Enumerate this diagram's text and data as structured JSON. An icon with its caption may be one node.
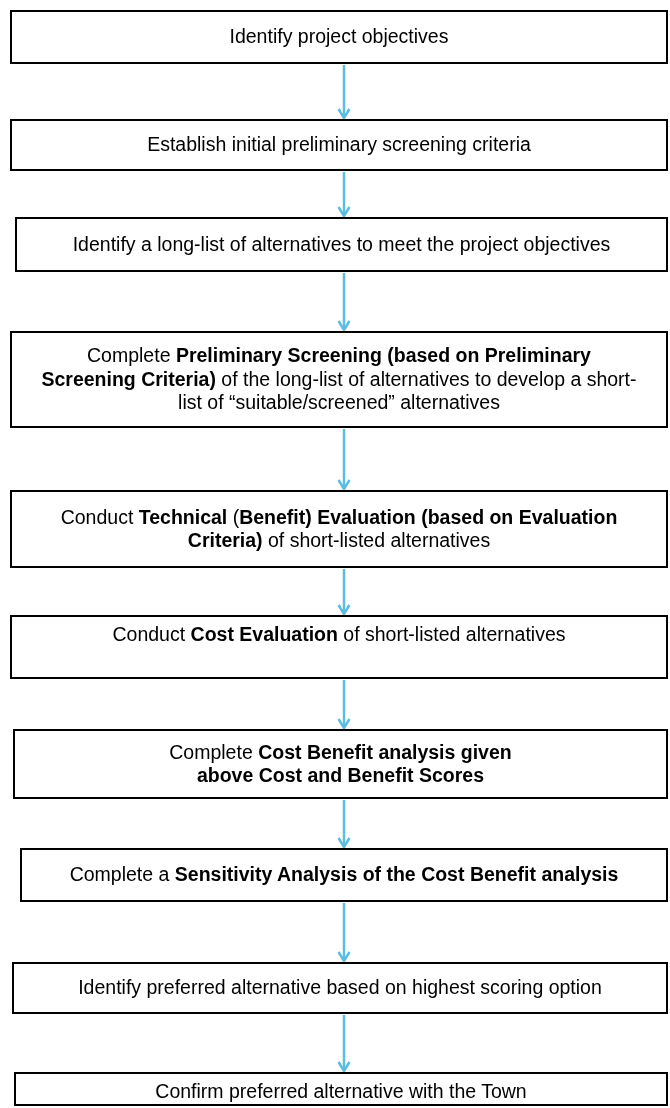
{
  "diagram": {
    "nodes": [
      {
        "text": [
          "Identify project objectives"
        ]
      },
      {
        "text": [
          "Establish initial preliminary screening criteria"
        ]
      },
      {
        "text": [
          "Identify a long-list of alternatives to meet the project objectives"
        ]
      },
      {
        "text": [
          "Complete **Preliminary Screening (based on Preliminary Screening Criteria)** of the long-list of alternatives to develop a short-list of “suitable/screened” alternatives"
        ]
      },
      {
        "text": [
          "Conduct **Technical** (**Benefit) Evaluation (based on Evaluation Criteria)** of short-listed alternatives"
        ]
      },
      {
        "text": [
          "Conduct **Cost Evaluation** of short-listed alternatives"
        ]
      },
      {
        "text": [
          "Complete **Cost Benefit analysis given above Cost and Benefit Scores**"
        ]
      },
      {
        "text": [
          "Complete a **Sensitivity Analysis of the Cost Benefit analysis**"
        ]
      },
      {
        "text": [
          "Identify preferred alternative based on highest scoring option"
        ]
      },
      {
        "text": [
          "Confirm preferred alternative with the Town"
        ]
      }
    ],
    "edges": [
      {
        "from": 0,
        "to": 1,
        "arrow": "to"
      },
      {
        "from": 1,
        "to": 2,
        "arrow": "to"
      },
      {
        "from": 2,
        "to": 3,
        "arrow": "to"
      },
      {
        "from": 3,
        "to": 4,
        "arrow": "to"
      },
      {
        "from": 4,
        "to": 5,
        "arrow": "to"
      },
      {
        "from": 5,
        "to": 6,
        "arrow": "to"
      },
      {
        "from": 6,
        "to": 7,
        "arrow": "to"
      },
      {
        "from": 7,
        "to": 8,
        "arrow": "to"
      },
      {
        "from": 8,
        "to": 9,
        "arrow": "to"
      }
    ]
  }
}
